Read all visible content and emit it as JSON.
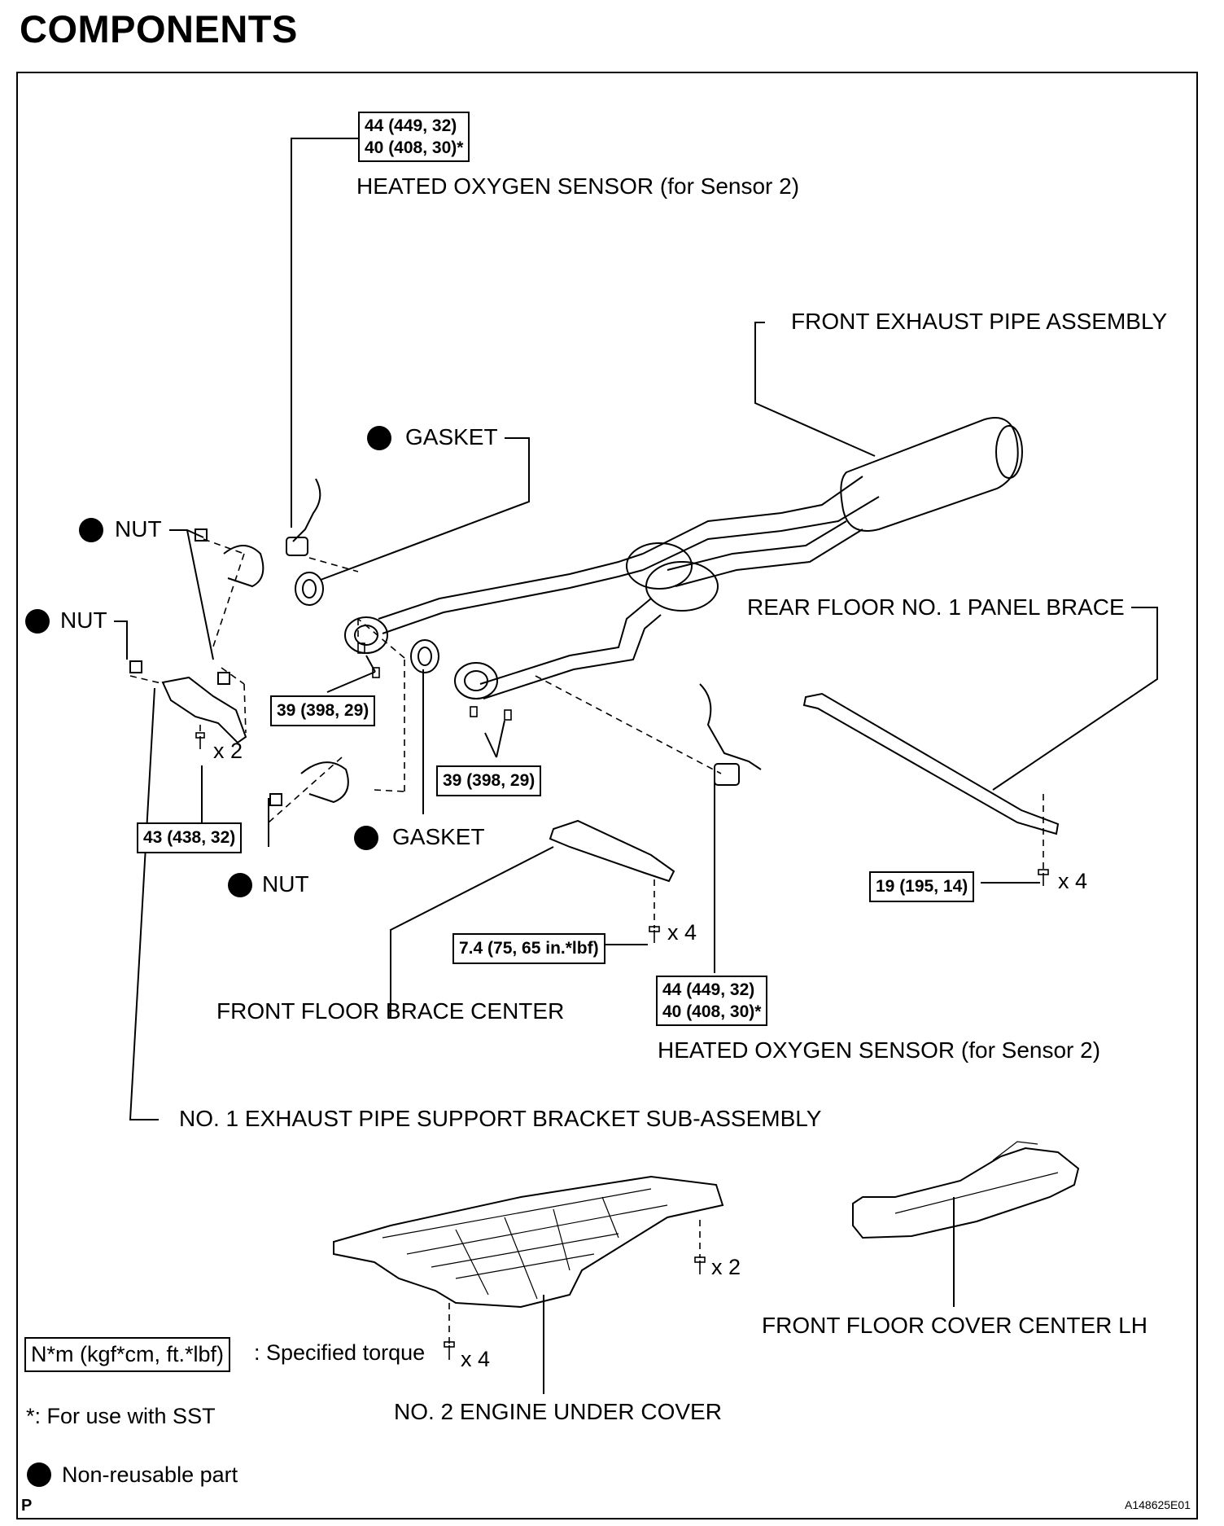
{
  "page": {
    "title": "COMPONENTS",
    "corner_letter": "P",
    "figure_id": "A148625E01"
  },
  "labels": {
    "o2_sensor_top": "HEATED OXYGEN SENSOR (for Sensor 2)",
    "front_exhaust_pipe": "FRONT EXHAUST PIPE ASSEMBLY",
    "gasket_top": "GASKET",
    "nut_1": "NUT",
    "nut_2": "NUT",
    "nut_3": "NUT",
    "rear_floor_brace": "REAR FLOOR NO. 1 PANEL BRACE",
    "gasket_bottom": "GASKET",
    "front_floor_brace": "FRONT FLOOR BRACE CENTER",
    "o2_sensor_bottom": "HEATED OXYGEN SENSOR (for Sensor 2)",
    "support_bracket": "NO. 1 EXHAUST PIPE SUPPORT BRACKET SUB-ASSEMBLY",
    "front_floor_cover": "FRONT FLOOR COVER CENTER LH",
    "engine_under_cover": "NO. 2 ENGINE UNDER COVER"
  },
  "torques": {
    "o2_top_line1": "44 (449, 32)",
    "o2_top_line2": "40 (408, 30)*",
    "flange_left": "39 (398, 29)",
    "flange_right": "39 (398, 29)",
    "bracket": "43 (438, 32)",
    "rear_brace": "19 (195, 14)",
    "front_brace": "7.4 (75, 65 in.*lbf)",
    "o2_bottom_line1": "44 (449, 32)",
    "o2_bottom_line2": "40 (408, 30)*"
  },
  "multipliers": {
    "bracket_bolts": "x 2",
    "rear_brace_bolts": "x 4",
    "front_brace_bolts": "x 4",
    "cover_bolts_right": "x 2",
    "cover_bolts_bottom": "x 4"
  },
  "legend": {
    "torque_unit": "N*m (kgf*cm, ft.*lbf)",
    "torque_desc": ": Specified torque",
    "sst_note": "*: For use with SST",
    "non_reusable": "Non-reusable part"
  }
}
